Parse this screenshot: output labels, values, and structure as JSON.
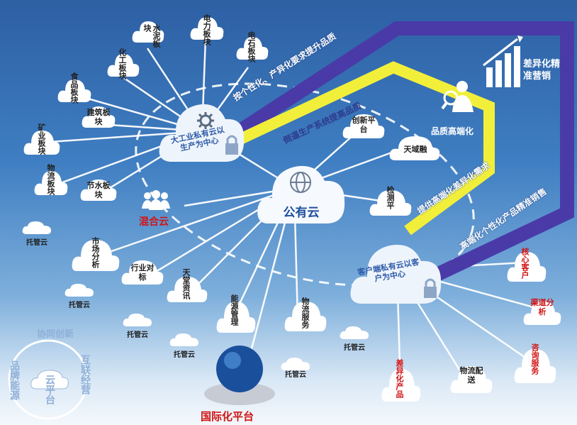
{
  "modules": {
    "hydro": "水泥板块",
    "power": "电力板块",
    "petro": "电石板块",
    "chem": "化工板块",
    "food": "食品板块",
    "build": "建筑板块",
    "mine": "矿业板块",
    "logi": "物流板块",
    "water": "节水板块"
  },
  "hubs": {
    "industry_cloud": "大工业私有云以生产为中心",
    "public_cloud": "公有云",
    "customer_cloud": "客户端私有云以客户为中心",
    "hybrid_cloud": "混合云",
    "intl_platform": "国际化平台"
  },
  "services": {
    "innovation": "创新平台",
    "tianyu": "天域融",
    "test": "检测平",
    "market": "市场分析",
    "bench": "行业对标",
    "info": "天堂资讯",
    "energy": "能源管理",
    "logistics": "物流服务"
  },
  "customer_side": {
    "core_client": "核心客户",
    "channel": "渠道分析",
    "consult": "咨询服务",
    "diff_product": "差异化产品",
    "logi_dist": "物流配送"
  },
  "quality": "品质高端化",
  "marketing": "差异化精准营销",
  "hosting": [
    "托管云",
    "托管云",
    "托管云",
    "托管云",
    "托管云",
    "托管云"
  ],
  "bands": {
    "b1": "按个性化、产异化要求提升品质",
    "b2": "倒逼生产系统提高品质",
    "b3": "提供高端化差异化需求",
    "b4": "高端化个性化产品精准销售"
  },
  "ring_labels": {
    "center": "云平台",
    "left": "品牌能源",
    "right": "互联经营",
    "top": "协同创新"
  },
  "colors": {
    "band_purple": "#4a3aa8",
    "band_yellow": "#f2ef3a",
    "red_label": "#d11414"
  }
}
